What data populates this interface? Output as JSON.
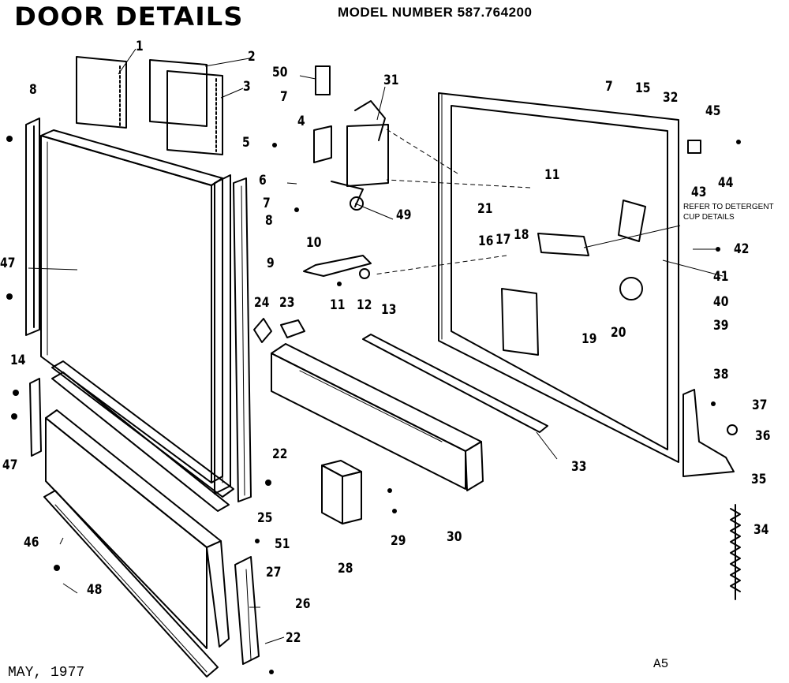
{
  "header": {
    "title": "DOOR DETAILS",
    "model_number": "MODEL NUMBER 587.764200"
  },
  "footer": {
    "date": "MAY, 1977",
    "page_id": "A5"
  },
  "note": "REFER TO DETERGENT CUP DETAILS",
  "callouts": [
    "1",
    "2",
    "3",
    "4",
    "5",
    "6",
    "7",
    "7",
    "7",
    "8",
    "8",
    "9",
    "10",
    "11",
    "11",
    "12",
    "13",
    "14",
    "15",
    "16",
    "17",
    "18",
    "19",
    "20",
    "21",
    "22",
    "22",
    "23",
    "24",
    "25",
    "26",
    "27",
    "28",
    "29",
    "30",
    "31",
    "32",
    "33",
    "34",
    "35",
    "36",
    "37",
    "38",
    "39",
    "40",
    "41",
    "42",
    "43",
    "44",
    "45",
    "46",
    "47",
    "47",
    "48",
    "49",
    "50",
    "51"
  ]
}
